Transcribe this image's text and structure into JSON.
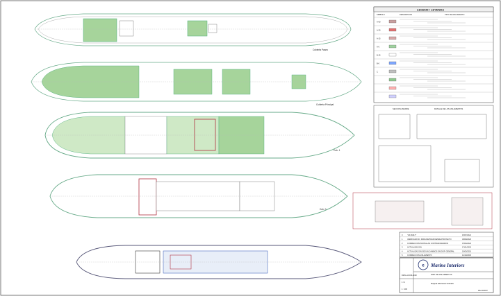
{
  "drawing": {
    "deck_labels": [
      "Cubierta Paseo",
      "Cubierta Principal",
      "Cub. 1",
      "Cub. 0",
      ""
    ],
    "section_labels": [
      "SECCION AMARRE",
      "DETALLE DE LOS AISLAMIENTOS"
    ]
  },
  "legend": {
    "title": "LEGEND / LEYENDA",
    "header_a": "SIMBOLO",
    "header_b": "DESCRIPCION",
    "header_c": "TIPO DE AISLAMIENTO",
    "rows": [
      {
        "code": "A-60",
        "color": "#c9a0a0"
      },
      {
        "code": "A-30",
        "color": "#e07070"
      },
      {
        "code": "A-15",
        "color": "#d8a8a8"
      },
      {
        "code": "A-0",
        "color": "#9fd29f"
      },
      {
        "code": "B-15",
        "color": "#ffffff"
      },
      {
        "code": "B-0",
        "color": "#7fa7ff"
      },
      {
        "code": "C",
        "color": "#c0c0c0"
      },
      {
        "code": "",
        "color": "#8fc88f"
      },
      {
        "code": "",
        "color": "#ffb0b0"
      },
      {
        "code": "",
        "color": "#d0d0ff"
      }
    ]
  },
  "revisions": {
    "rows": [
      {
        "rev": "0",
        "desc": "\"AS BUILT\"",
        "date": "15/07/2021"
      },
      {
        "rev": "1",
        "desc": "VERIFICAR NO. PARA RETIRAR DESDE PROYECTO",
        "date": "30/09/2020"
      },
      {
        "rev": "2",
        "desc": "CORRECCION PANTALLAS CONTRAINCENDIOS",
        "date": "07/04/2020"
      },
      {
        "rev": "3",
        "desc": "ACTUALIZACION",
        "date": "17/01/2020"
      },
      {
        "rev": "4",
        "desc": "ACTUALIZACION SEGUN CAMBIOS EN DISP. GENERAL",
        "date": "19/03/2019"
      },
      {
        "rev": "5",
        "desc": "CORRECCION AISLAMIENTO",
        "date": "14/10/2018"
      }
    ]
  },
  "title_block": {
    "company": "Marine Interiors",
    "drawing_title": "DISP. DE AISLAMIENTOS",
    "project": "BUQUE ESCUELA UNICEN",
    "drawing_no": "DWG-ACOM-2018",
    "scale": "1 : 200",
    "sheet": "1 / 1",
    "ref": "D5A-0/2007"
  }
}
